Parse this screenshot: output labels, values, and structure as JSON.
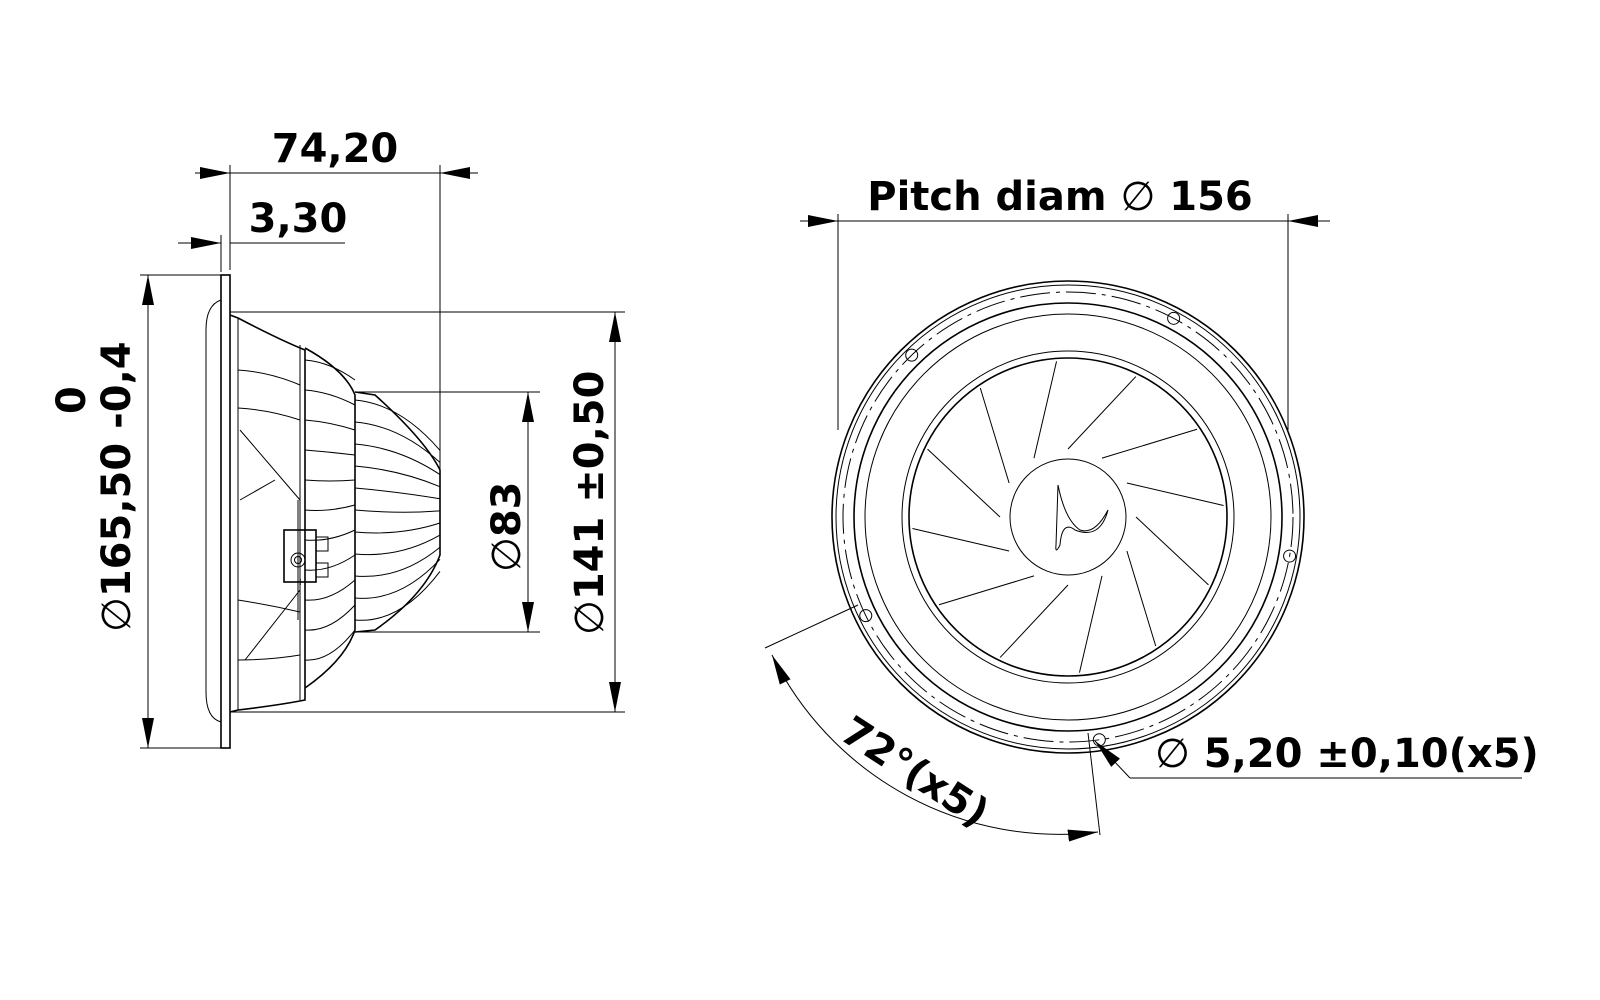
{
  "side_view": {
    "overall_depth": "74,20",
    "flange_thickness": "3,30",
    "frame_diameter": "165,50",
    "frame_diameter_tol_upper": "0",
    "frame_diameter_tol_lower": "-0,4",
    "baffle_cutout": "141 ±0,50",
    "magnet_diameter": "83",
    "diameter_symbol": "∅"
  },
  "front_view": {
    "pitch_label": "Pitch diam",
    "pitch_value": "156",
    "angle_label": "72°(x5)",
    "hole_label": "5,20 ±0,10(x5)",
    "diameter_symbol": "∅",
    "hole_count": 5
  }
}
